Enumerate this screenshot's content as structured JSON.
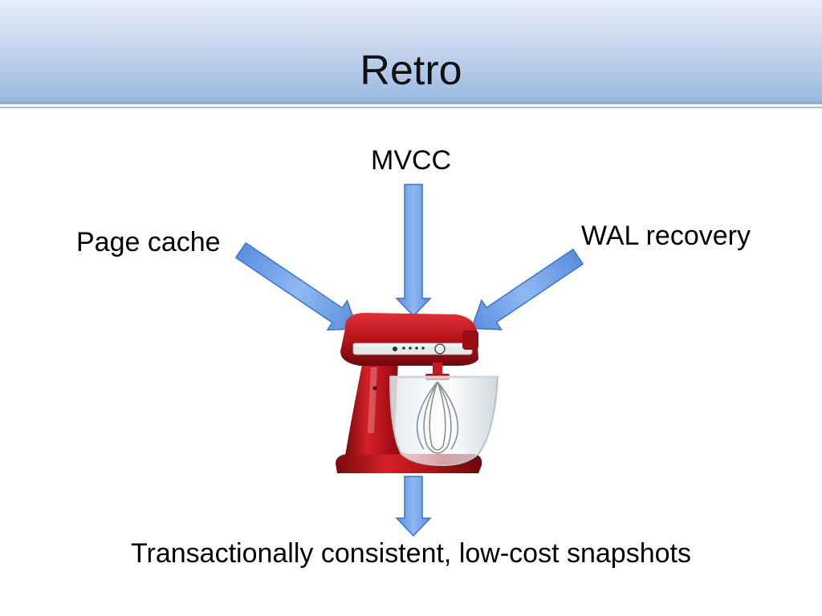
{
  "slide": {
    "title": "Retro"
  },
  "inputs": {
    "mvcc": "MVCC",
    "page_cache": "Page cache",
    "wal_recovery": "WAL recovery"
  },
  "output": {
    "label": "Transactionally consistent, low-cost snapshots"
  },
  "illustration": {
    "name": "stand-mixer-icon",
    "body_color": "#b5141b",
    "arrow_color": "#6a9ce6",
    "arrow_stroke": "#3d74c4"
  }
}
